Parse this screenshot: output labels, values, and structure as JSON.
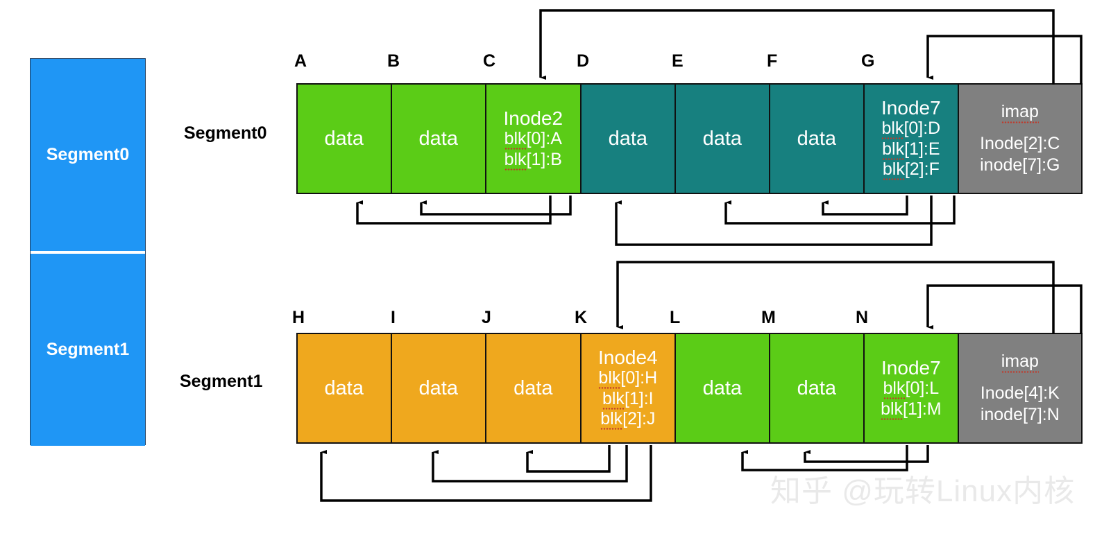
{
  "legend": {
    "segments": [
      {
        "label": "Segment0"
      },
      {
        "label": "Segment1"
      }
    ]
  },
  "rows": [
    {
      "name": "Segment0",
      "row_label": "Segment0",
      "block_letters": [
        "A",
        "B",
        "C",
        "D",
        "E",
        "F",
        "G"
      ],
      "blocks": [
        {
          "kind": "data",
          "letter": "A",
          "text": "data",
          "color": "#5bcc17"
        },
        {
          "kind": "data",
          "letter": "B",
          "text": "data",
          "color": "#5bcc17"
        },
        {
          "kind": "inode",
          "letter": "C",
          "title": "Inode2",
          "lines": [
            "blk[0]:A",
            "blk[1]:B"
          ],
          "color": "#5bcc17"
        },
        {
          "kind": "data",
          "letter": "D",
          "text": "data",
          "color": "#17807f"
        },
        {
          "kind": "data",
          "letter": "E",
          "text": "data",
          "color": "#17807f"
        },
        {
          "kind": "data",
          "letter": "F",
          "text": "data",
          "color": "#17807f"
        },
        {
          "kind": "inode",
          "letter": "G",
          "title": "Inode7",
          "lines": [
            "blk[0]:D",
            "blk[1]:E",
            "blk[2]:F"
          ],
          "color": "#17807f"
        },
        {
          "kind": "imap",
          "letter": "",
          "title": "imap",
          "lines": [
            "Inode[2]:C",
            "inode[7]:G"
          ],
          "color": "#808080"
        }
      ]
    },
    {
      "name": "Segment1",
      "row_label": "Segment1",
      "block_letters": [
        "H",
        "I",
        "J",
        "K",
        "L",
        "M",
        "N"
      ],
      "blocks": [
        {
          "kind": "data",
          "letter": "H",
          "text": "data",
          "color": "#efa81e"
        },
        {
          "kind": "data",
          "letter": "I",
          "text": "data",
          "color": "#efa81e"
        },
        {
          "kind": "data",
          "letter": "J",
          "text": "data",
          "color": "#efa81e"
        },
        {
          "kind": "inode",
          "letter": "K",
          "title": "Inode4",
          "lines": [
            "blk[0]:H",
            "blk[1]:I",
            "blk[2]:J"
          ],
          "color": "#efa81e"
        },
        {
          "kind": "data",
          "letter": "L",
          "text": "data",
          "color": "#5bcc17"
        },
        {
          "kind": "data",
          "letter": "M",
          "text": "data",
          "color": "#5bcc17"
        },
        {
          "kind": "inode",
          "letter": "N",
          "title": "Inode7",
          "lines": [
            "blk[0]:L",
            "blk[1]:M"
          ],
          "color": "#5bcc17"
        },
        {
          "kind": "imap",
          "letter": "",
          "title": "imap",
          "lines": [
            "Inode[4]:K",
            "inode[7]:N"
          ],
          "color": "#808080"
        }
      ]
    }
  ],
  "watermark": {
    "text": "知乎 @玩转Linux内核"
  },
  "colors": {
    "segment_legend": "#1f96f5",
    "green": "#5bcc17",
    "teal": "#17807f",
    "orange": "#efa81e",
    "gray": "#808080",
    "wire": "#000000",
    "watermark": "#e9e9e9"
  }
}
